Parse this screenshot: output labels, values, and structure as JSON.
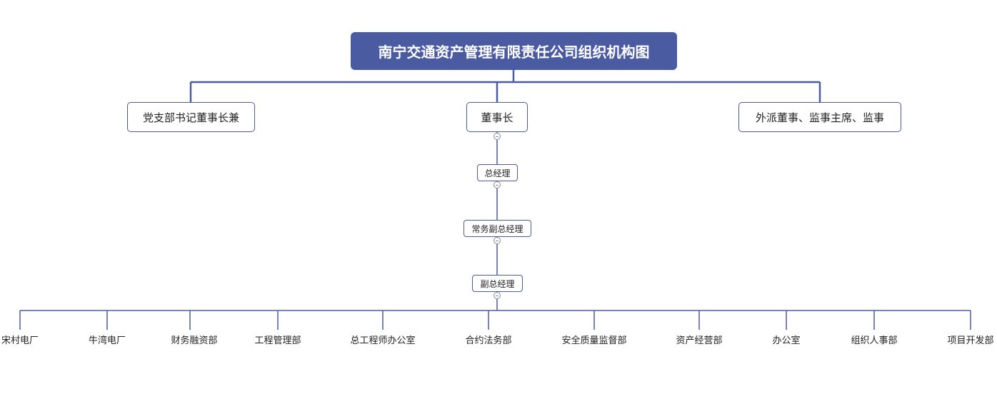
{
  "diagram": {
    "title": "南宁交通资产管理有限责任公司组织机构图",
    "level1": [
      "党支部书记董事长兼",
      "董事长",
      "外派董事、监事主席、监事"
    ],
    "chain": [
      "总经理",
      "常务副总经理",
      "副总经理"
    ],
    "departments": [
      "宋村电厂",
      "牛湾电厂",
      "财务融资部",
      "工程管理部",
      "总工程师办公室",
      "合约法务部",
      "安全质量监督部",
      "资产经营部",
      "办公室",
      "组织人事部",
      "项目开发部"
    ]
  },
  "colors": {
    "line": "#4a5ba2",
    "root_fill": "#4a5ba2",
    "node_border": "#4a5ba2"
  }
}
